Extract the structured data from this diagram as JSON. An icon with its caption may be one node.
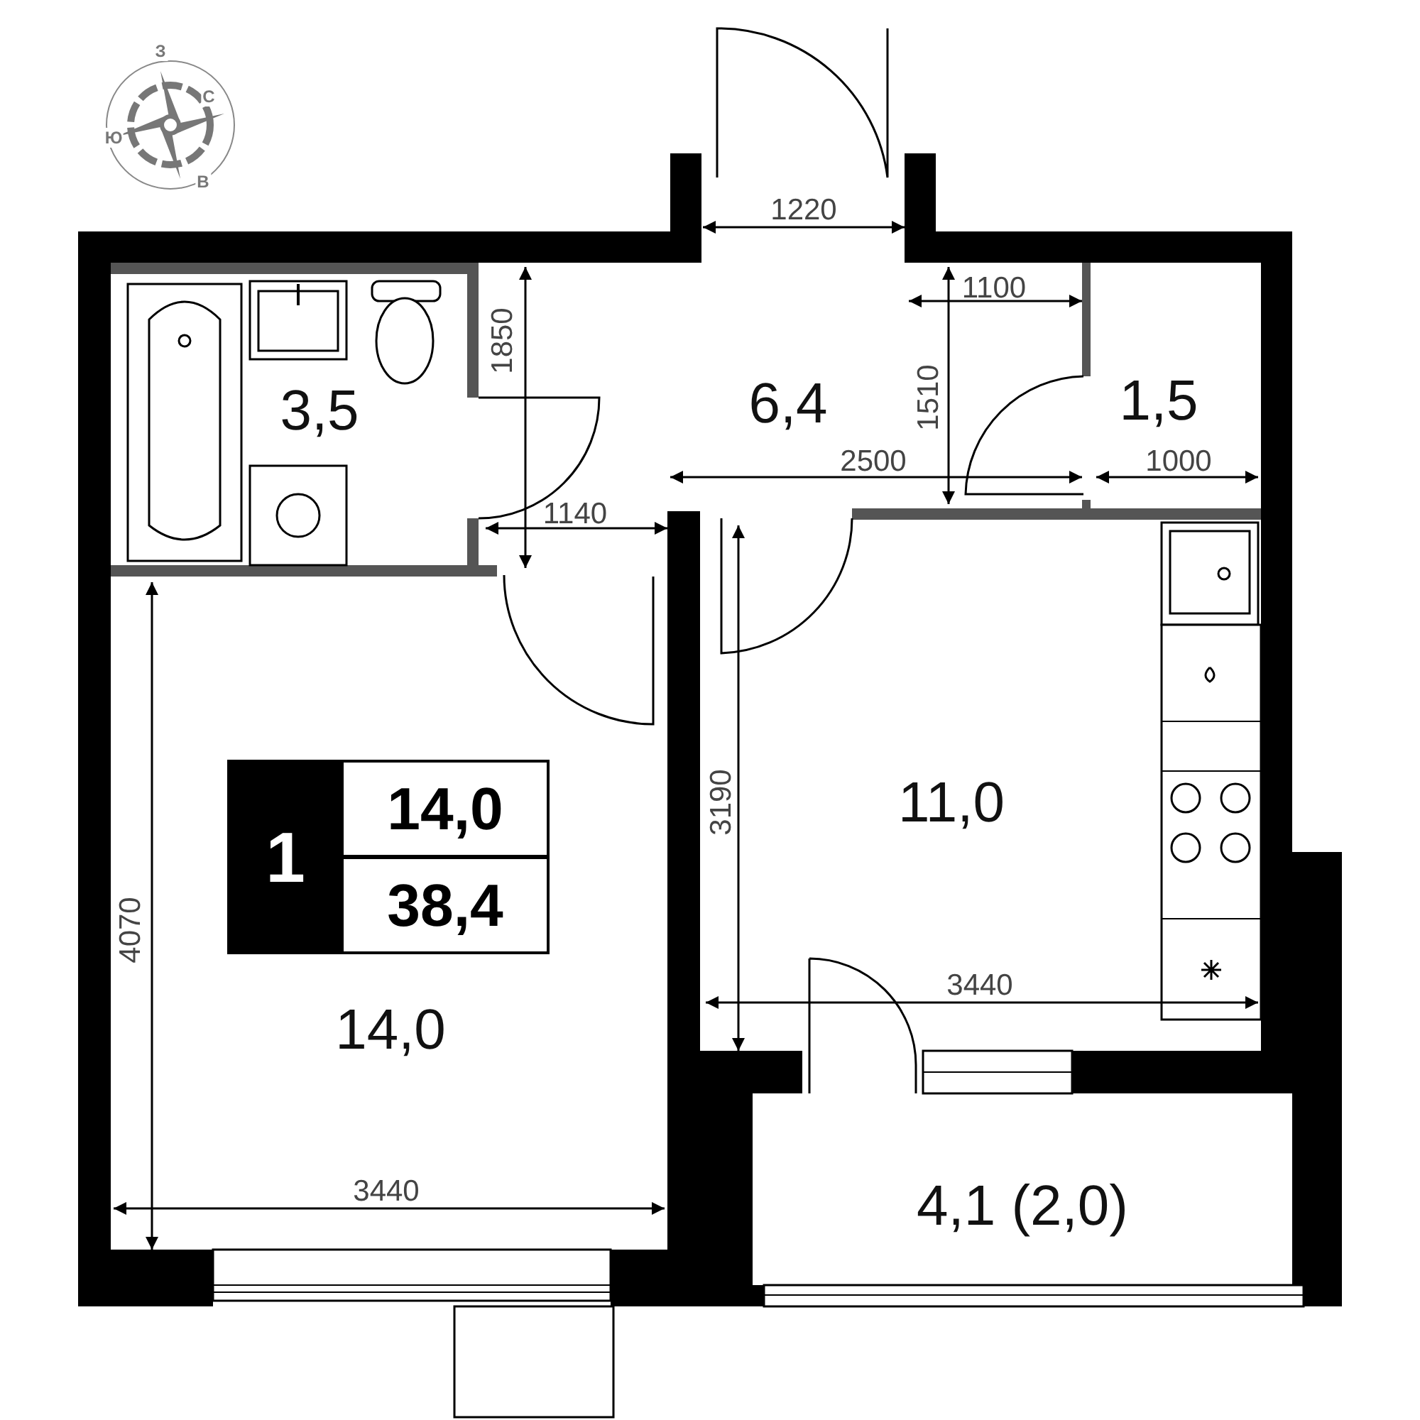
{
  "diagram": {
    "nodes": [
      {
        "text": [
          "3,5"
        ]
      },
      {
        "text": [
          "6,4"
        ]
      },
      {
        "text": [
          "1,5"
        ]
      },
      {
        "text": [
          "14,0"
        ]
      },
      {
        "text": [
          "11,0"
        ]
      },
      {
        "text": [
          "4,1 (2,0)"
        ]
      },
      {
        "text": [
          "1",
          "14,0",
          "38,4"
        ],
        "in": 3
      }
    ],
    "labels": [
      "З",
      "С",
      "Ю",
      "В",
      "1220",
      "1850",
      "1100",
      "1510",
      "2500",
      "1000",
      "1140",
      "3190",
      "4070",
      "3440",
      "3440"
    ]
  }
}
